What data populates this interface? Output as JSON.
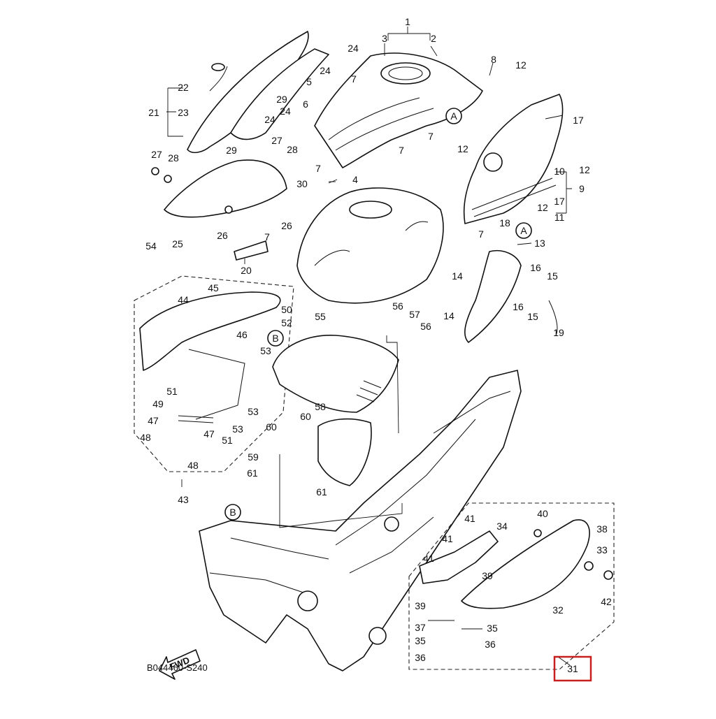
{
  "diagram": {
    "code": "B044460-S240",
    "direction_label": "FWD",
    "highlight": {
      "label": "31",
      "color": "#c81e1e"
    },
    "callouts": [
      "A",
      "B",
      "A",
      "B"
    ],
    "labels": {
      "n1": "1",
      "n2": "2",
      "n3": "3",
      "n4": "4",
      "n5": "5",
      "n6": "6",
      "n7a": "7",
      "n7b": "7",
      "n7c": "7",
      "n7d": "7",
      "n7e": "7",
      "n7f": "7",
      "n8": "8",
      "n9": "9",
      "n10": "10",
      "n11": "11",
      "n12a": "12",
      "n12b": "12",
      "n12c": "12",
      "n12d": "12",
      "n13": "13",
      "n14a": "14",
      "n14b": "14",
      "n15a": "15",
      "n15b": "15",
      "n16a": "16",
      "n16b": "16",
      "n17a": "17",
      "n17b": "17",
      "n18": "18",
      "n19": "19",
      "n20": "20",
      "n21": "21",
      "n22": "22",
      "n23": "23",
      "n24a": "24",
      "n24b": "24",
      "n24c": "24",
      "n24d": "24",
      "n25": "25",
      "n26a": "26",
      "n26b": "26",
      "n27a": "27",
      "n27b": "27",
      "n28a": "28",
      "n28b": "28",
      "n29a": "29",
      "n29b": "29",
      "n30": "30",
      "n32": "32",
      "n33": "33",
      "n34": "34",
      "n35a": "35",
      "n35b": "35",
      "n36a": "36",
      "n36b": "36",
      "n37": "37",
      "n38": "38",
      "n39a": "39",
      "n39b": "39",
      "n40": "40",
      "n41a": "41",
      "n41b": "41",
      "n41c": "41",
      "n42": "42",
      "n43": "43",
      "n44": "44",
      "n45": "45",
      "n46": "46",
      "n47a": "47",
      "n47b": "47",
      "n48a": "48",
      "n48b": "48",
      "n49": "49",
      "n50": "50",
      "n51a": "51",
      "n51b": "51",
      "n52": "52",
      "n53a": "53",
      "n53b": "53",
      "n53c": "53",
      "n54": "54",
      "n55": "55",
      "n56a": "56",
      "n56b": "56",
      "n57": "57",
      "n58": "58",
      "n59": "59",
      "n60a": "60",
      "n60b": "60",
      "n61a": "61",
      "n61b": "61"
    }
  }
}
